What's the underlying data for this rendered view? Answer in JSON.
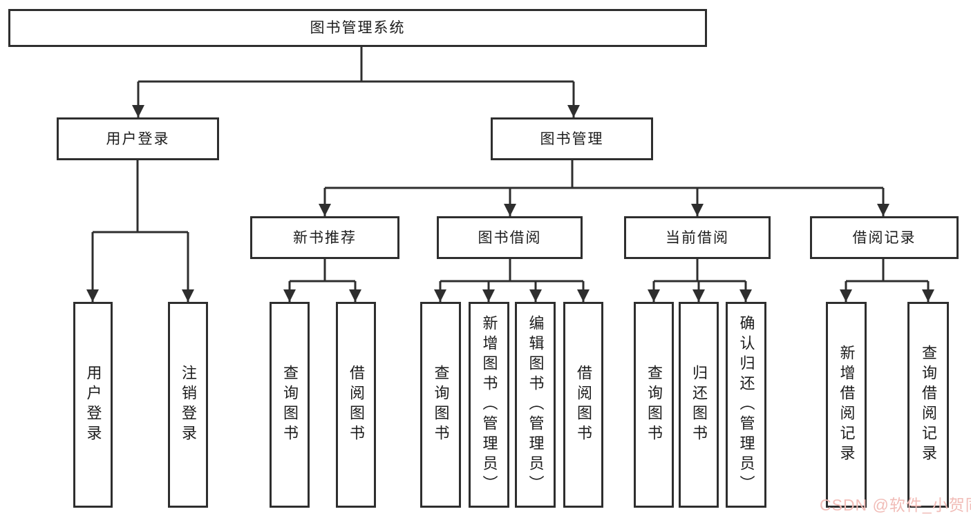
{
  "tree": {
    "label": "图书管理系统",
    "children": [
      {
        "label": "用户登录",
        "children": [
          {
            "label": "用户登录"
          },
          {
            "label": "注销登录"
          }
        ]
      },
      {
        "label": "图书管理",
        "children": [
          {
            "label": "新书推荐",
            "children": [
              {
                "label": "查询图书"
              },
              {
                "label": "借阅图书"
              }
            ]
          },
          {
            "label": "图书借阅",
            "children": [
              {
                "label": "查询图书"
              },
              {
                "label": "新增图书（管理员）"
              },
              {
                "label": "编辑图书（管理员）"
              },
              {
                "label": "借阅图书"
              }
            ]
          },
          {
            "label": "当前借阅",
            "children": [
              {
                "label": "查询图书"
              },
              {
                "label": "归还图书"
              },
              {
                "label": "确认归还（管理员）"
              }
            ]
          },
          {
            "label": "借阅记录",
            "children": [
              {
                "label": "新增借阅记录"
              },
              {
                "label": "查询借阅记录"
              }
            ]
          }
        ]
      }
    ]
  },
  "watermark": {
    "text": "CSDN @软件_小贺同学",
    "color": "#f1bcb7"
  },
  "colors": {
    "line": "#2e2e2e",
    "text": "#1c1c1c",
    "background": "#ffffff"
  }
}
